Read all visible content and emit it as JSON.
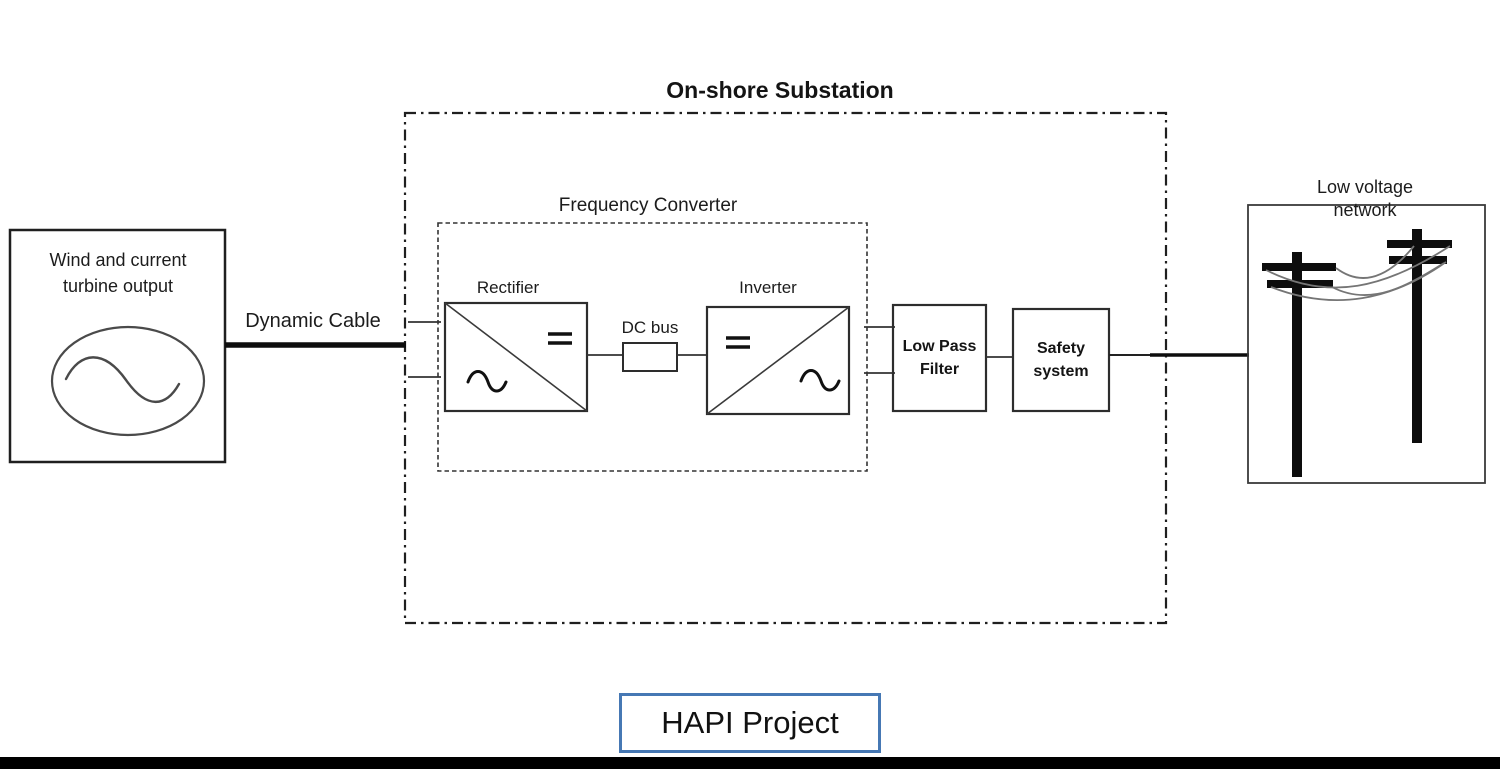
{
  "title": "On-shore Substation",
  "turbine": {
    "label": "Wind and current\nturbine output"
  },
  "cable": {
    "label": "Dynamic Cable"
  },
  "converter": {
    "label": "Frequency Converter",
    "rectifier_label": "Rectifier",
    "dc_bus_label": "DC bus",
    "inverter_label": "Inverter"
  },
  "filter": {
    "label": "Low Pass\nFilter"
  },
  "safety": {
    "label": "Safety\nsystem"
  },
  "network": {
    "label": "Low voltage network"
  },
  "footer": {
    "label": "HAPI Project"
  },
  "icons": {
    "turbine_symbol": "ac-sine-in-ellipse",
    "rectifier_symbol": "ac-to-dc-converter",
    "inverter_symbol": "dc-to-ac-converter",
    "network_symbol": "utility-poles-with-wires"
  },
  "colors": {
    "accent_blue": "#4678b4",
    "line_dark": "#262626",
    "wire_gray": "#757575",
    "bottom_bar": "#000000"
  }
}
